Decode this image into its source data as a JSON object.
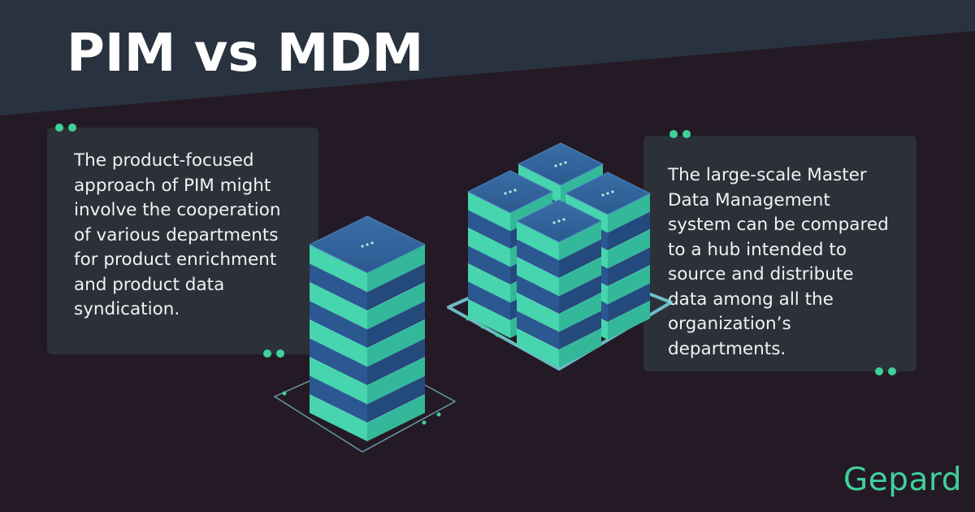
{
  "title": "PIM vs MDM",
  "pim_card": {
    "text": "The product-focused\napproach of PIM might\ninvolve the cooperation\nof various departments\nfor product enrichment\nand product data\nsyndication."
  },
  "mdm_card": {
    "text": "The large-scale Master\nData Management\nsystem can be compared\nto a hub intended to\nsource and distribute\n  data among all the\norganization’s\ndepartments."
  },
  "brand": "Gepard",
  "colors": {
    "background": "#241a26",
    "top_band": "#29333f",
    "card": "#2c3038",
    "accent": "#3fd19a",
    "server_top": "#2e5f96",
    "server_side": "#2a4f86",
    "server_glow": "#45d6ae"
  },
  "icons": [
    "quote-dots-icon",
    "server-rack-icon",
    "server-cluster-icon"
  ]
}
